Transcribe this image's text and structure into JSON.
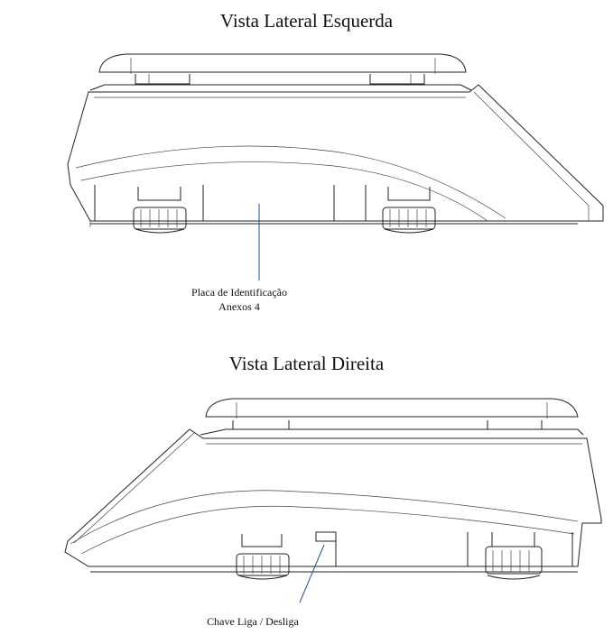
{
  "views": {
    "left": {
      "title": "Vista Lateral Esquerda",
      "callout_line1": "Placa de Identificação",
      "callout_line2": "Anexos 4"
    },
    "right": {
      "title": "Vista Lateral Direita",
      "callout": "Chave Liga / Desliga"
    }
  },
  "colors": {
    "line": "#222222",
    "callout": "#2a4f8a",
    "background": "#ffffff"
  }
}
